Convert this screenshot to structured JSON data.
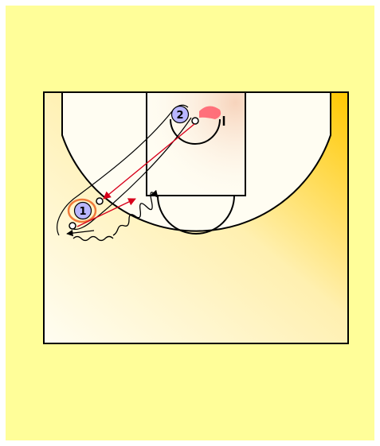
{
  "colors": {
    "background": "#fffe99",
    "court_light": "#fffdf2",
    "court_mid": "#fff0b0",
    "court_dark": "#ffc800",
    "paint_tint": "#f6cfb6",
    "line": "#000000",
    "player_fill": "#b9b6ff",
    "pass_arrow": "#d8001b",
    "cut_path": "#000000",
    "highlight_ring": "#f07b3a",
    "screen_blob": "#ff5a6a"
  },
  "players": [
    {
      "id": "p1",
      "label": "1",
      "icon": "player-circle-icon"
    },
    {
      "id": "p2",
      "label": "2",
      "icon": "player-circle-icon"
    }
  ],
  "actions": [
    {
      "type": "pass",
      "from": "2",
      "to": "1",
      "icon": "pass-arrow-icon"
    },
    {
      "type": "pass",
      "from": "1",
      "to": "2",
      "icon": "pass-arrow-icon"
    },
    {
      "type": "dribble",
      "player": "1",
      "icon": "dribble-squiggle-icon"
    },
    {
      "type": "cut",
      "player": "1",
      "icon": "cut-arrow-icon"
    }
  ]
}
